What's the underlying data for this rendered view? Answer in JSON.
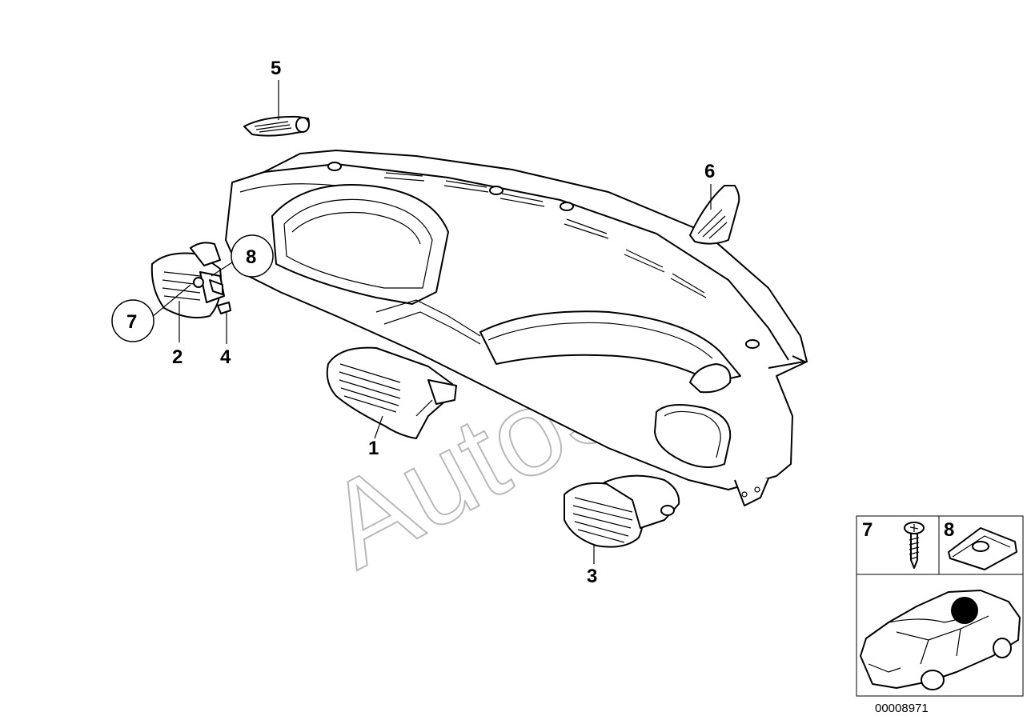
{
  "watermark": "AutoSoft",
  "diagram_number": "00008971",
  "callouts": [
    {
      "id": "1",
      "label": "1",
      "part": "center air vent"
    },
    {
      "id": "2",
      "label": "2",
      "part": "left air vent"
    },
    {
      "id": "3",
      "label": "3",
      "part": "right air vent"
    },
    {
      "id": "4",
      "label": "4",
      "part": "pin"
    },
    {
      "id": "5",
      "label": "5",
      "part": "left defroster grille"
    },
    {
      "id": "6",
      "label": "6",
      "part": "right defroster grille"
    },
    {
      "id": "7",
      "label": "7",
      "part": "screw"
    },
    {
      "id": "8",
      "label": "8",
      "part": "clip nut"
    }
  ],
  "legend": {
    "cell_7": "7",
    "cell_8": "8"
  }
}
